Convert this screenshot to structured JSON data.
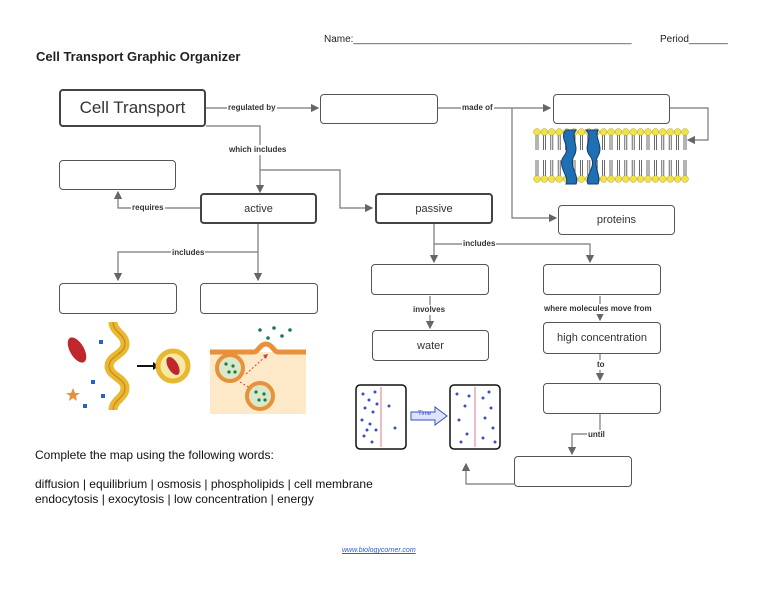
{
  "header": {
    "name_label": "Name:__________________________________________________",
    "period_label": "Period_______",
    "title": "Cell Transport Graphic Organizer"
  },
  "boxes": {
    "cell_transport": "Cell Transport",
    "active": "active",
    "passive": "passive",
    "proteins": "proteins",
    "water": "water",
    "high_concentration": "high concentration"
  },
  "links": {
    "regulated_by": "regulated by",
    "made_of": "made of",
    "which_includes": "which includes",
    "requires": "requires",
    "includes_active": "includes",
    "includes_passive": "includes",
    "involves": "involves",
    "where_molecules_move_from": "where molecules move from",
    "to": "to",
    "until": "until"
  },
  "diffusion_figure": {
    "time_label": "Time"
  },
  "instructions": {
    "prompt": "Complete the map using the following words:",
    "word_line_1": "diffusion | equilibrium | osmosis | phospholipids | cell membrane",
    "word_line_2": "endocytosis | exocytosis | low concentration  |  energy"
  },
  "footer": {
    "link": "www.biologycorner.com"
  },
  "colors": {
    "box_border": "#555555",
    "membrane_head": "#f2e24a",
    "membrane_tail": "#444444",
    "channel_protein": "#1f6fb5",
    "vesicle_orange": "#e8903a",
    "cell_red": "#c0272d",
    "footer_link": "#2a5fd0"
  }
}
